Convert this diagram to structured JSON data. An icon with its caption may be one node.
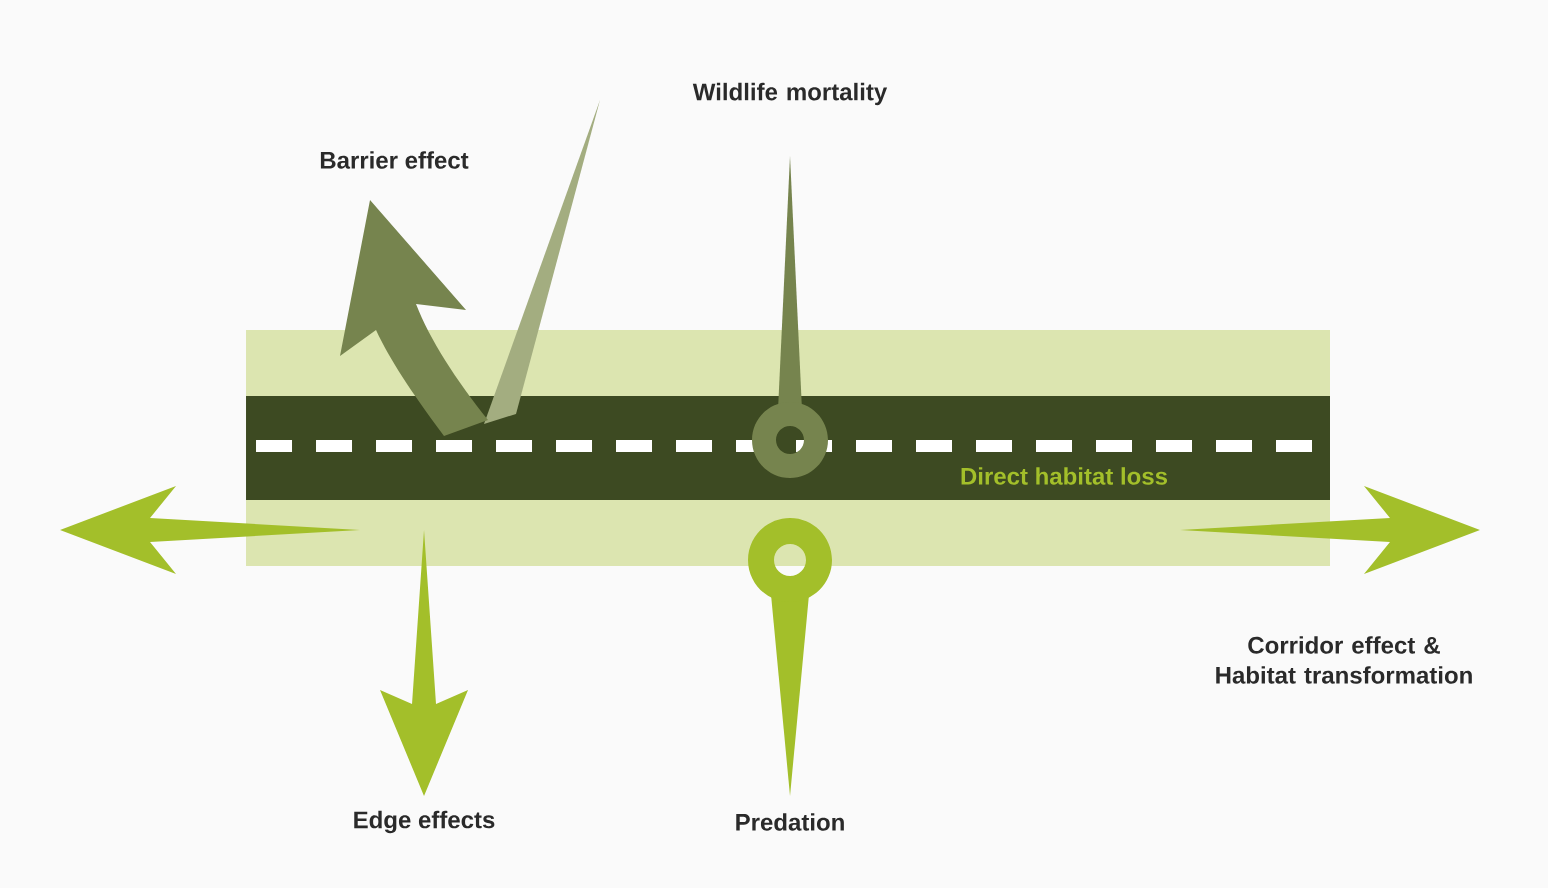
{
  "diagram": {
    "labels": [
      "Wildlife mortality",
      "Barrier effect",
      "Direct habitat loss",
      "Corridor effect & Habitat transformation",
      "Edge effects",
      "Predation"
    ]
  }
}
